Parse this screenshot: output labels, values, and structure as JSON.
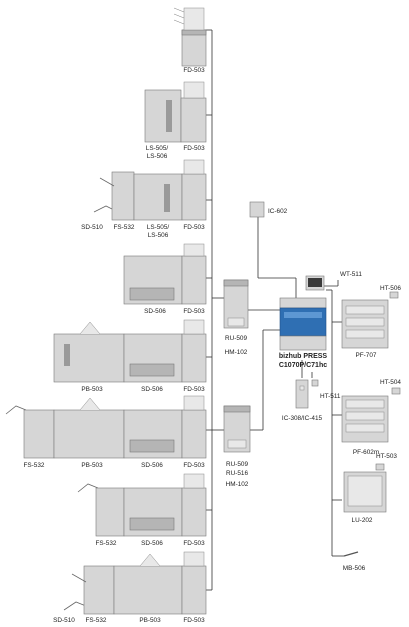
{
  "labels": {
    "fd503_1": "FD-503",
    "ls505_2": "LS-505/",
    "ls506_2": "LS-506",
    "fd503_2": "FD-503",
    "sd510_3": "SD-510",
    "fs532_3": "FS-532",
    "ls505_3": "LS-505/",
    "ls506_3": "LS-506",
    "fd503_3": "FD-503",
    "sd506_4": "SD-506",
    "fd503_4": "FD-503",
    "pb503_5": "PB-503",
    "sd506_5": "SD-506",
    "fd503_5": "FD-503",
    "fs532_6": "FS-532",
    "pb503_6": "PB-503",
    "sd506_6": "SD-506",
    "fd503_6": "FD-503",
    "fs532_7": "FS-532",
    "sd506_7": "SD-506",
    "fd503_7": "FD-503",
    "sd510_8": "SD-510",
    "fs532_8": "FS-532",
    "pb503_8": "PB-503",
    "fd503_8": "FD-503",
    "ic602": "IC-602",
    "wt511": "WT-511",
    "ru509_a": "RU-509",
    "hm102_a": "HM-102",
    "model_1": "bizhub PRESS",
    "model_2": "C1070P/C71hc",
    "ht511": "HT-511",
    "ic308": "IC-308/IC-415",
    "ru509_b": "RU-509",
    "ru516_b": "RU-516",
    "hm102_b": "HM-102",
    "ht506": "HT-506",
    "pf707": "PF-707",
    "ht504": "HT-504",
    "pf602m": "PF-602m",
    "ht503": "HT-503",
    "lu202": "LU-202",
    "mb506": "MB-506"
  },
  "colors": {
    "machine": "#d6d6d6",
    "machine_dark": "#b5b5b5",
    "engine_blue": "#2f6fb3",
    "line": "#333333"
  }
}
